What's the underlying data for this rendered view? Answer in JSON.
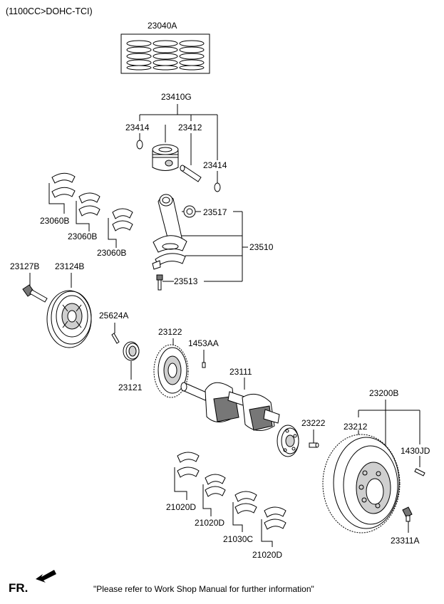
{
  "header": {
    "engine_spec": "(1100CC>DOHC-TCI)"
  },
  "labels": {
    "piston_ring_set": "23040A",
    "piston_assy": "23410G",
    "snap_ring_left": "23414",
    "piston_pin": "23412",
    "snap_ring_right": "23414",
    "bearing_a": "23060B",
    "bearing_b": "23060B",
    "bearing_c": "23060B",
    "small_end_bushing": "23517",
    "connecting_rod_assy": "23510",
    "rod_bolt": "23513",
    "pulley_bolt": "23127B",
    "damper_pulley": "23124B",
    "key": "25624A",
    "timing_gear": "23122",
    "pin": "1453AA",
    "sprocket": "23121",
    "crankshaft": "23111",
    "pilot_bushing": "23222",
    "flywheel_assy": "23200B",
    "ring_gear": "23212",
    "dowel_pin": "1430JD",
    "flywheel_bolt": "23311A",
    "main_bearing_1": "21020D",
    "main_bearing_2": "21020D",
    "thrust_bearing": "21030C",
    "main_bearing_3": "21020D"
  },
  "footer": {
    "orientation_label": "FR.",
    "notice": "\"Please refer to Work Shop Manual for further information\""
  }
}
